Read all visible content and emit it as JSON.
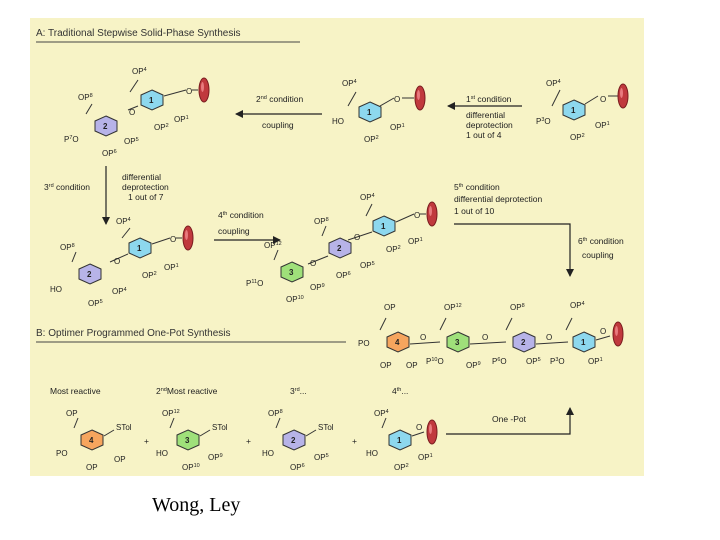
{
  "sections": {
    "a": "A: Traditional Stepwise Solid-Phase Synthesis",
    "b": "B: Optimer Programmed One-Pot Synthesis"
  },
  "steps": {
    "s1": {
      "pre": "1",
      "sup": "st",
      "post": " condition",
      "lines": [
        "differential",
        "deprotection",
        "1 out of 4"
      ]
    },
    "s2": {
      "pre": "2",
      "sup": "nd",
      "post": " condition",
      "lines": [
        "coupling"
      ]
    },
    "s3": {
      "pre": "3",
      "sup": "rd",
      "post": " condition",
      "lines": [
        "differential",
        "deprotection",
        "1 out of 7"
      ]
    },
    "s4": {
      "pre": "4",
      "sup": "th",
      "post": " condition",
      "lines": [
        "coupling"
      ]
    },
    "s5": {
      "pre": "5",
      "sup": "th",
      "post": " condition",
      "lines": [
        "differential deprotection",
        "1 out of 10"
      ]
    },
    "s6": {
      "pre": "6",
      "sup": "th",
      "post": " condition",
      "lines": [
        "coupling"
      ]
    }
  },
  "reactivity": {
    "r1": "Most  reactive",
    "r2_pre": "2",
    "r2_sup": "nd",
    "r2_post": "Most  reactive",
    "r3_pre": "3",
    "r3_sup": "rd",
    "r3_post": "...",
    "r4_pre": "4",
    "r4_sup": "th",
    "r4_post": "..."
  },
  "one_pot": "One -Pot",
  "plus": "+",
  "rings": {
    "r1": "1",
    "r2": "2",
    "r3": "3",
    "r4": "4"
  },
  "groups": {
    "OP": "OP",
    "OP1": "OP1",
    "OP2": "OP2",
    "OP3": "OP3",
    "OP4": "OP4",
    "OP5": "OP5",
    "OP6": "OP6",
    "OP8": "OP8",
    "OP9": "OP9",
    "OP10": "OP10",
    "OP12": "OP12",
    "P3O": "P3O",
    "P5O": "P5O",
    "P6O": "P6O",
    "P7O": "P7O",
    "P9O": "P9O",
    "P10O": "P10O",
    "P11O": "P11O",
    "HO": "HO",
    "PO": "PO",
    "O": "O",
    "STol": "STol"
  },
  "colors": {
    "background": "#f7f3c6",
    "ring1": "#8dd8ee",
    "ring2": "#b7b3e8",
    "ring3": "#9fe07a",
    "ring4": "#f6a55e",
    "resin": "#c0393d"
  },
  "credit": "Wong, Ley"
}
